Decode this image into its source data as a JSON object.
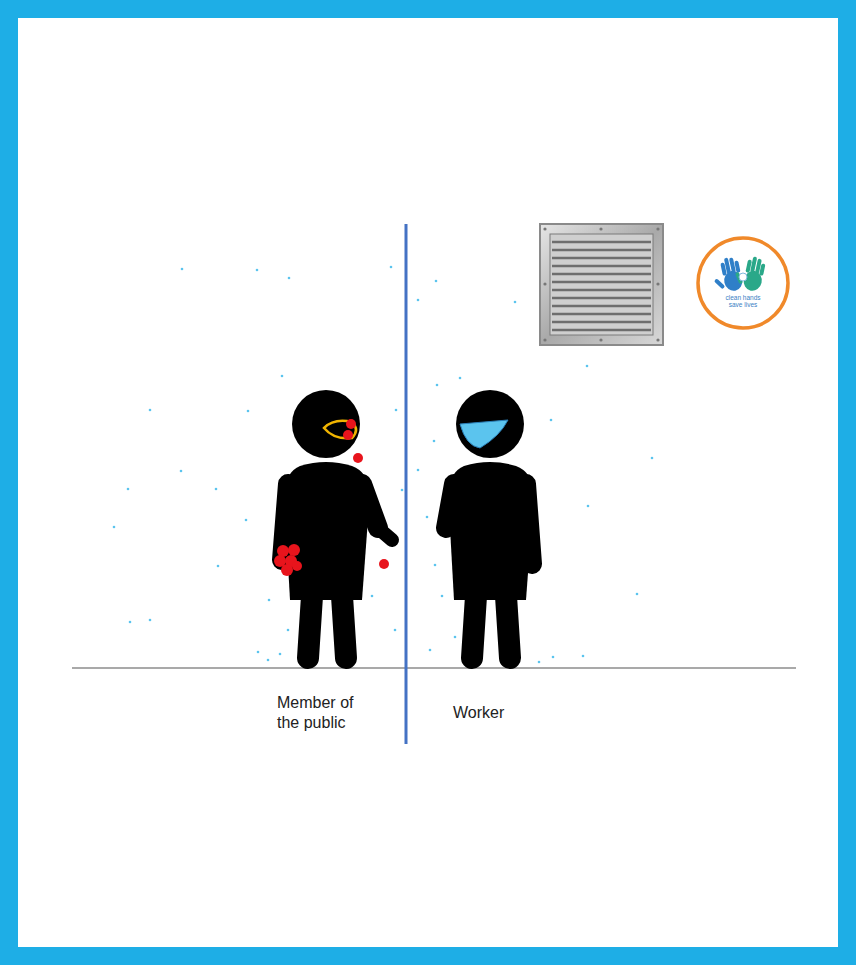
{
  "diagram": {
    "nodes": [
      {
        "text": [
          "clean hands save lives"
        ]
      }
    ],
    "labels": [
      "Member of the public",
      "Worker"
    ]
  }
}
